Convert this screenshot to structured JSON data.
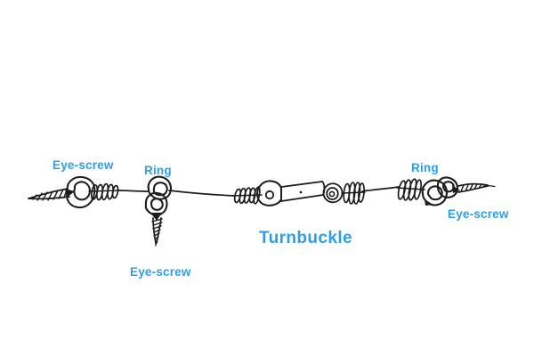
{
  "diagram": {
    "description": "Hand-drawn sketch of a straining wire assembly",
    "labels": {
      "eye_screw_left": "Eye-screw",
      "ring_left": "Ring",
      "eye_screw_bottom": "Eye-screw",
      "turnbuckle": "Turnbuckle",
      "ring_right": "Ring",
      "eye_screw_right": "Eye-screw"
    },
    "colors": {
      "label_blue": "#2B9FED",
      "ink": "#1C1C1C",
      "background": "#FFFFFF"
    }
  }
}
